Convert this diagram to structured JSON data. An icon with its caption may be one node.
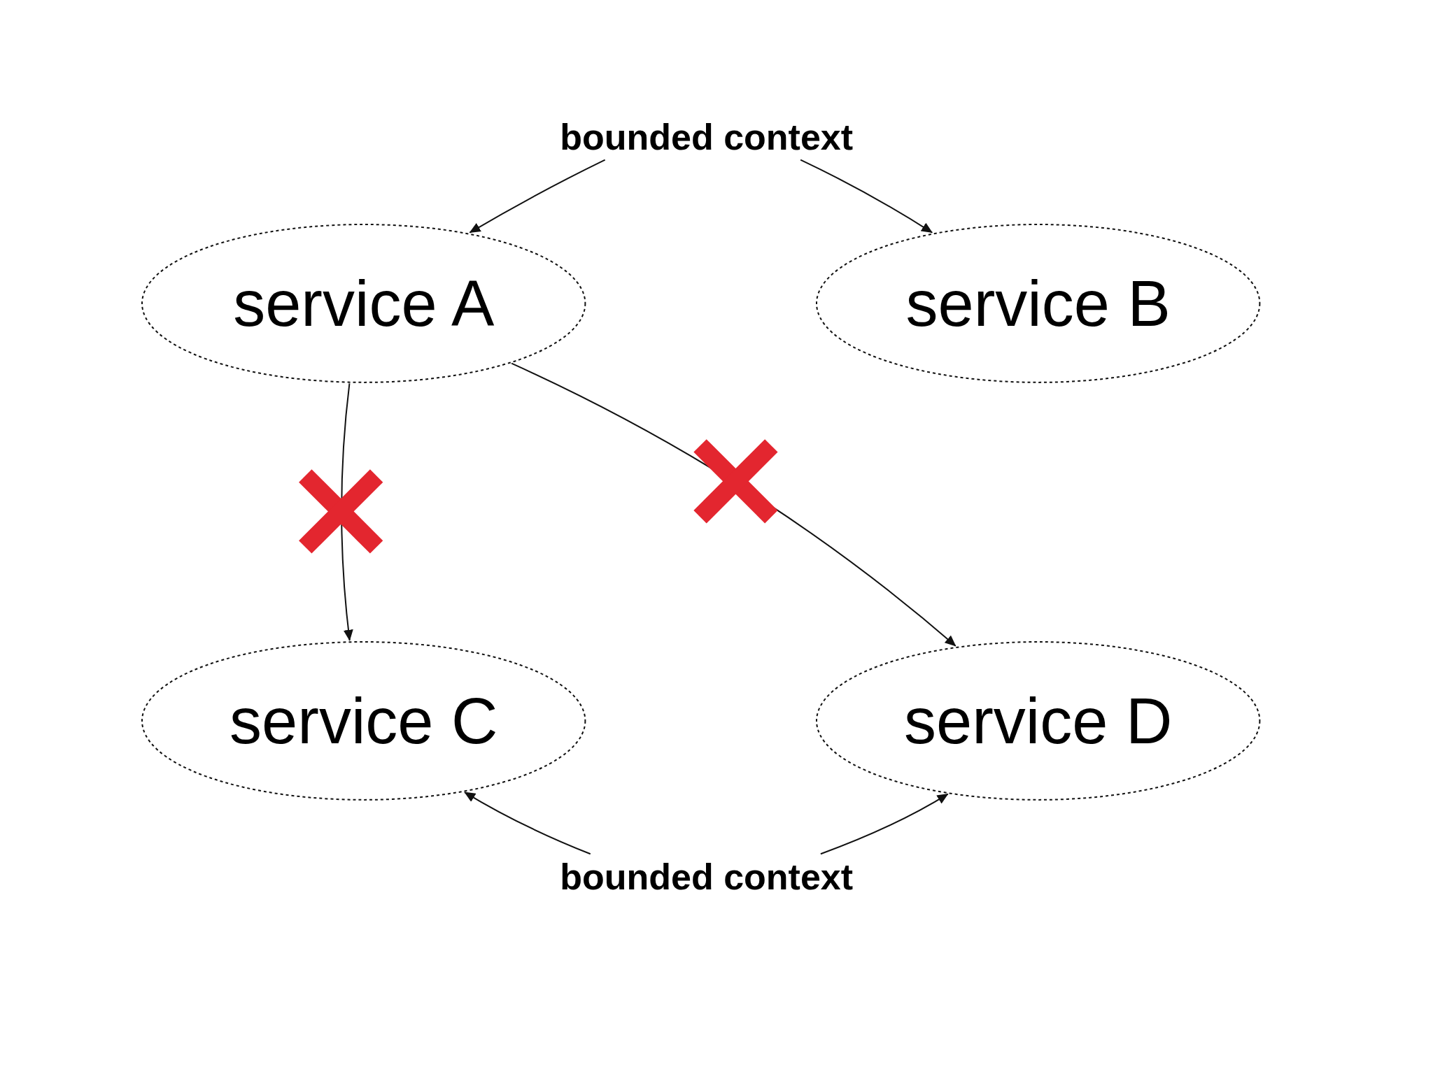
{
  "diagram": {
    "nodes": [
      {
        "text": [
          "bounded context"
        ]
      },
      {
        "text": [
          "service A"
        ]
      },
      {
        "text": [
          "service B"
        ]
      },
      {
        "text": [
          "service C"
        ]
      },
      {
        "text": [
          "service D"
        ]
      },
      {
        "text": [
          "bounded context"
        ]
      }
    ],
    "edges": [
      {
        "from": 0,
        "to": 1,
        "arrow": "to"
      },
      {
        "from": 0,
        "to": 2,
        "arrow": "to"
      },
      {
        "from": 1,
        "to": 3,
        "arrow": "to"
      },
      {
        "from": 1,
        "to": 4,
        "arrow": "to"
      },
      {
        "from": 5,
        "to": 3,
        "arrow": "to"
      },
      {
        "from": 5,
        "to": 4,
        "arrow": "to"
      }
    ]
  }
}
